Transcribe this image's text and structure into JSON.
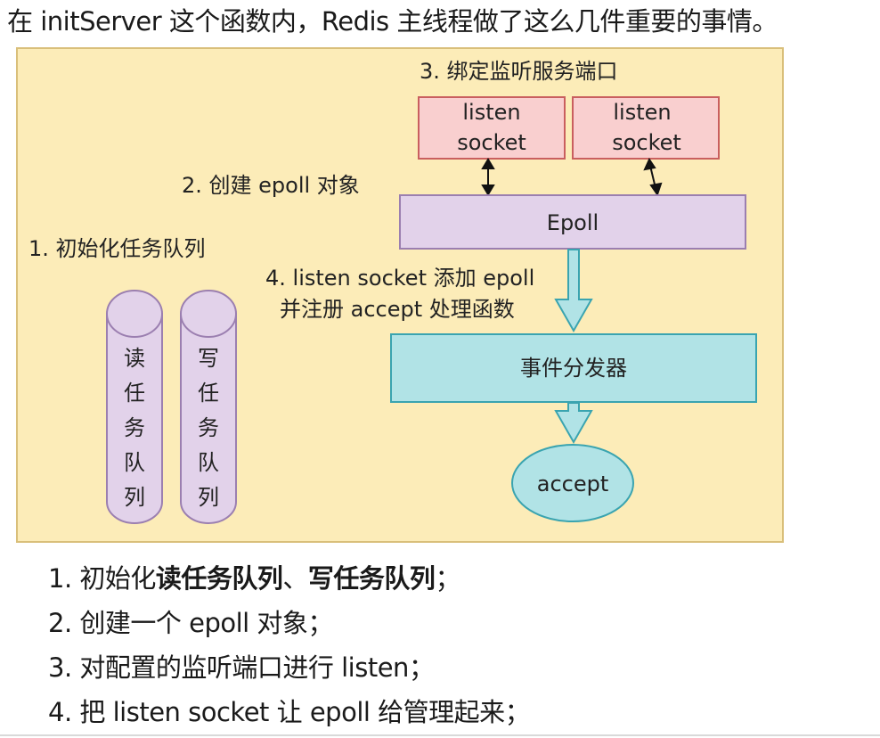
{
  "intro": "在 initServer 这个函数内，Redis 主线程做了这么几件重要的事情。",
  "diagram": {
    "label_bind": "3. 绑定监听服务端口",
    "label_create": "2. 创建 epoll 对象",
    "label_init": "1. 初始化任务队列",
    "label_add_line1": "4. listen socket 添加 epoll",
    "label_add_line2": "并注册 accept 处理函数",
    "socket1_line1": "listen",
    "socket1_line2": "socket",
    "socket2_line1": "listen",
    "socket2_line2": "socket",
    "epoll": "Epoll",
    "dispatcher": "事件分发器",
    "accept": "accept",
    "read_queue": [
      "读",
      "任",
      "务",
      "队",
      "列"
    ],
    "write_queue": [
      "写",
      "任",
      "务",
      "队",
      "列"
    ],
    "colors": {
      "background": "#fcecb8",
      "background_border": "#d9bf7a",
      "socket_fill": "#f9cfcf",
      "socket_border": "#c95f5f",
      "epoll_fill": "#e2d2ea",
      "epoll_border": "#9b7fb0",
      "dispatcher_fill": "#b1e3e6",
      "dispatcher_border": "#3aa4b0",
      "arrow_fill": "#b1e3e6"
    }
  },
  "steps": [
    {
      "prefix": "1. 初始化",
      "bold1": "读任务队列",
      "sep": "、",
      "bold2": "写任务队列",
      "suffix": "；"
    },
    {
      "text": "2. 创建一个 epoll 对象；"
    },
    {
      "text": "3. 对配置的监听端口进行 listen；"
    },
    {
      "text": "4. 把 listen socket 让 epoll 给管理起来；"
    }
  ]
}
